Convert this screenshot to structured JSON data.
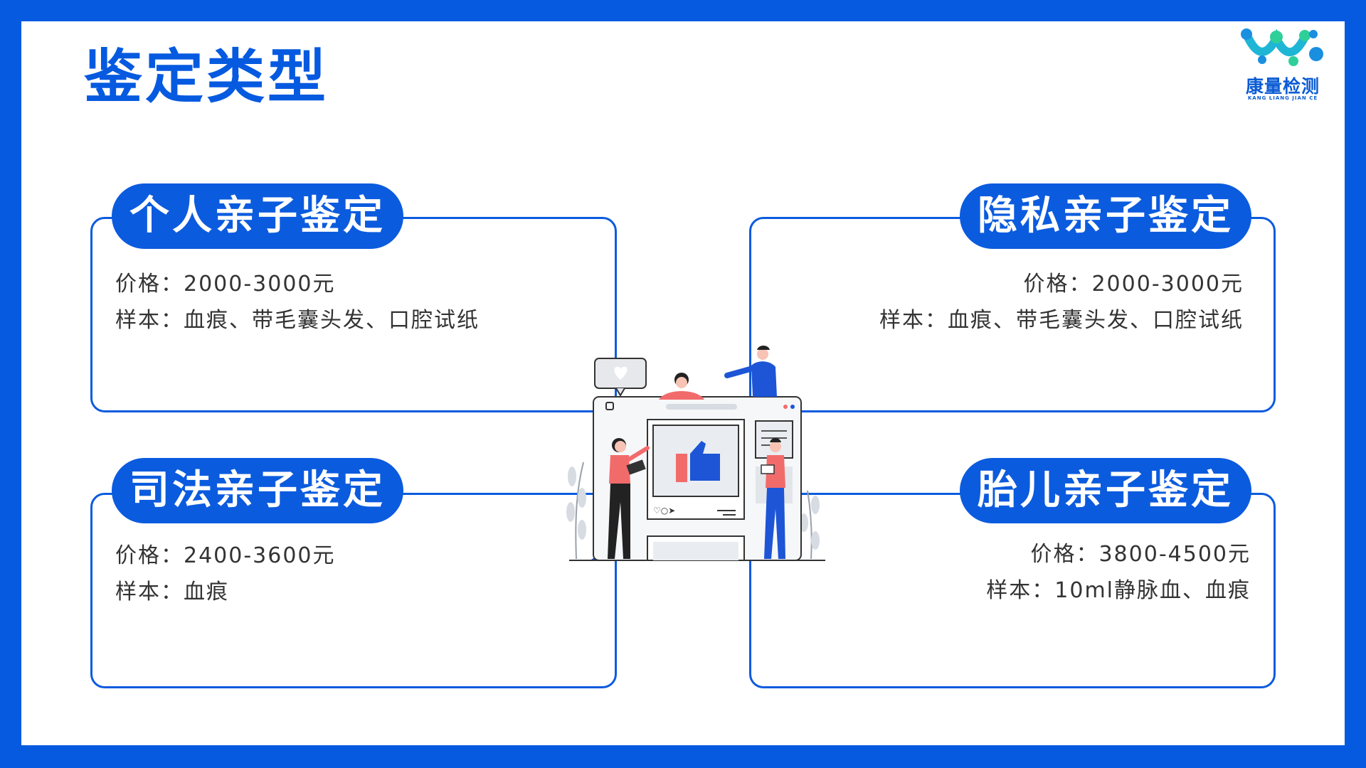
{
  "title": "鉴定类型",
  "logo": {
    "text": "康量检测",
    "subtext": "KANG LIANG JIAN CE"
  },
  "cards": [
    {
      "title": "个人亲子鉴定",
      "price": "价格：2000-3000元",
      "sample": "样本：血痕、带毛囊头发、口腔试纸"
    },
    {
      "title": "隐私亲子鉴定",
      "price": "价格：2000-3000元",
      "sample": "样本：血痕、带毛囊头发、口腔试纸"
    },
    {
      "title": "司法亲子鉴定",
      "price": "价格：2400-3600元",
      "sample": "样本：血痕"
    },
    {
      "title": "胎儿亲子鉴定",
      "price": "价格：3800-4500元",
      "sample": "样本：10ml静脉血、血痕"
    }
  ],
  "colors": {
    "brand": "#055ae0",
    "accent": "#f26b6b",
    "logo_green": "#2fcf9a",
    "logo_blue": "#1a8fe0"
  }
}
